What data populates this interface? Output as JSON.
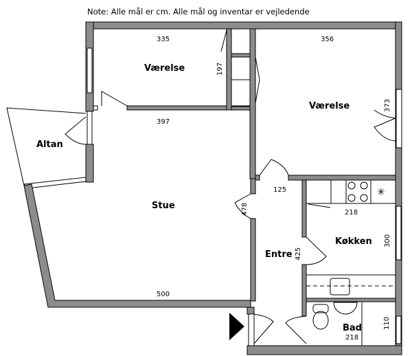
{
  "note": "Note: Alle mål er cm. Alle mål og inventar er vejledende",
  "rooms": {
    "vaerelse1": {
      "label": "Værelse",
      "width": "335",
      "depth": "197"
    },
    "vaerelse2": {
      "label": "Værelse",
      "width": "356",
      "depth": "373"
    },
    "altan": {
      "label": "Altan"
    },
    "stue": {
      "label": "Stue",
      "top_width": "397",
      "bottom_width": "500",
      "depth": "478"
    },
    "entre": {
      "label": "Entre",
      "width": "125",
      "depth": "425"
    },
    "koekken": {
      "label": "Køkken",
      "width": "218",
      "depth": "300"
    },
    "bad": {
      "label": "Bad",
      "width": "218",
      "depth": "110"
    }
  },
  "colors": {
    "wall": "#8c8c8c"
  }
}
